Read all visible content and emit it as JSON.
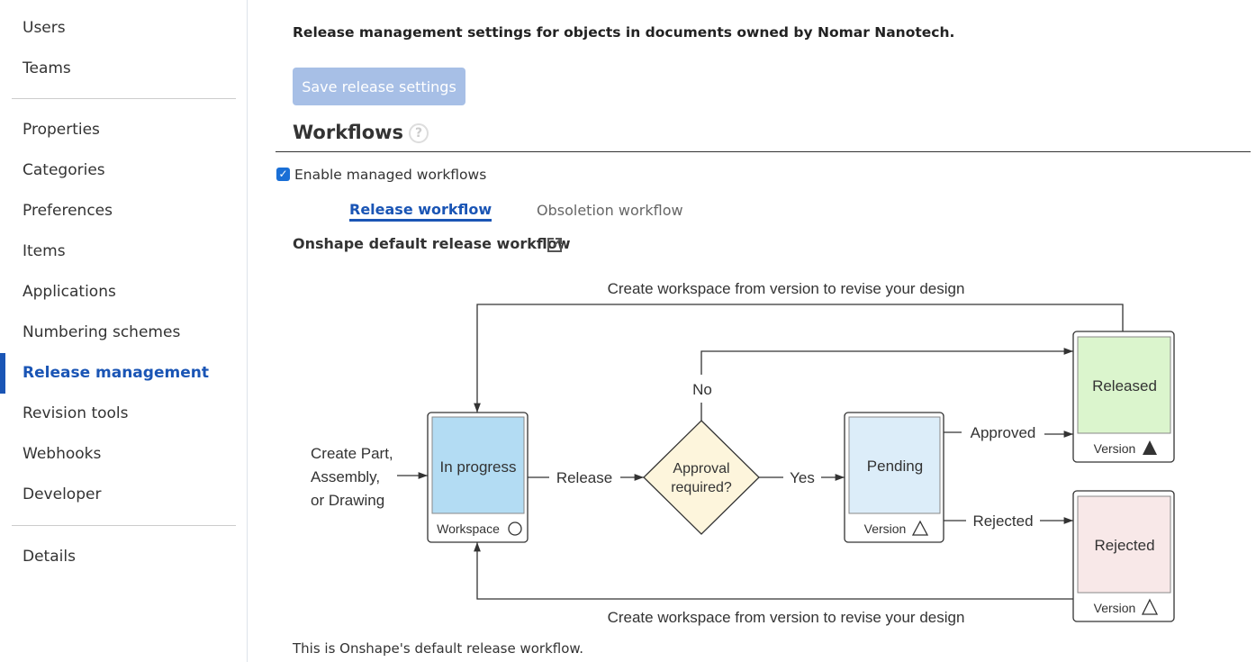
{
  "sidebar": {
    "items": [
      {
        "label": "Users"
      },
      {
        "label": "Teams"
      },
      {
        "label": "Properties"
      },
      {
        "label": "Categories"
      },
      {
        "label": "Preferences"
      },
      {
        "label": "Items"
      },
      {
        "label": "Applications"
      },
      {
        "label": "Numbering schemes"
      },
      {
        "label": "Release management",
        "active": true
      },
      {
        "label": "Revision tools"
      },
      {
        "label": "Webhooks"
      },
      {
        "label": "Developer"
      },
      {
        "label": "Details"
      }
    ]
  },
  "main": {
    "title": "Release management settings for objects in documents owned by Nomar Nanotech.",
    "save_label": "Save release settings",
    "section": "Workflows",
    "help_icon": "?",
    "enable_label": "Enable managed workflows",
    "enable_checked": true,
    "tabs": [
      {
        "label": "Release workflow",
        "active": true
      },
      {
        "label": "Obsoletion workflow"
      }
    ],
    "default_label": "Onshape default release workflow",
    "footer": "This is Onshape's default release workflow."
  },
  "diagram": {
    "loop_top": "Create workspace from version to revise your design",
    "loop_bottom": "Create workspace from version to revise your design",
    "start": [
      "Create Part,",
      "Assembly,",
      "or Drawing"
    ],
    "in_progress": "In progress",
    "workspace": "Workspace",
    "release": "Release",
    "decision": [
      "Approval",
      "required?"
    ],
    "no": "No",
    "yes": "Yes",
    "pending": "Pending",
    "version": "Version",
    "approved": "Approved",
    "rejected_edge": "Rejected",
    "released": "Released",
    "rejected": "Rejected",
    "colors": {
      "in_progress": "#b3dcf3",
      "pending": "#dcedf9",
      "released": "#dbf5cd",
      "rejected": "#f8e8e8",
      "decision": "#fdf5dc",
      "accent": "#1a55b5"
    }
  }
}
